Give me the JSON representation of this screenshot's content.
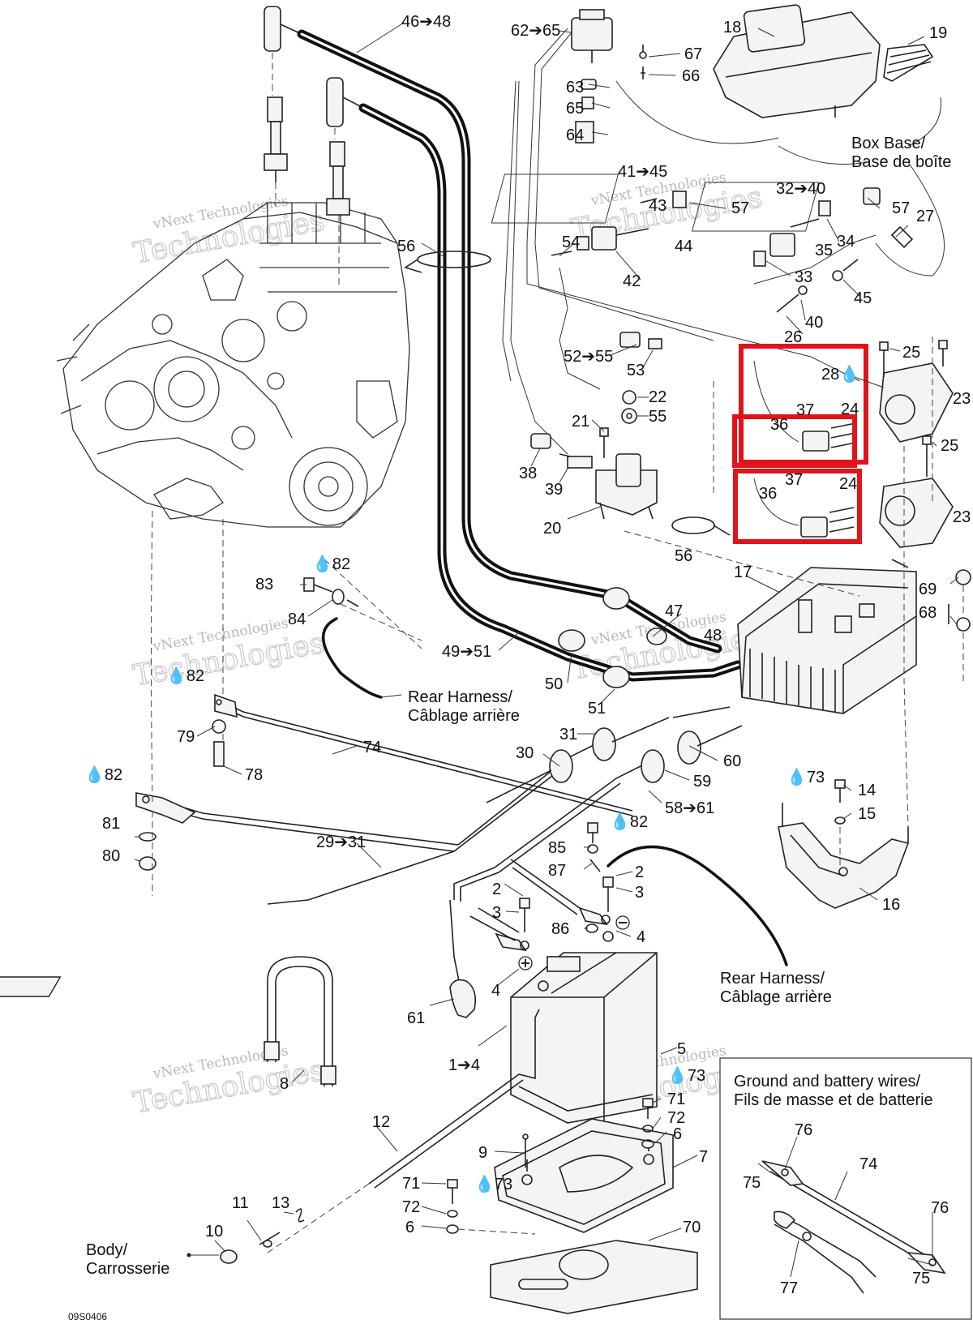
{
  "diagram_code": "09S0406",
  "watermarks": [
    {
      "line1": "vNext Technologies",
      "line2": "Technologies"
    },
    {
      "line1": "vNext Technologies",
      "line2": "Technologies"
    },
    {
      "line1": "vNext Technologies",
      "line2": "Technologies"
    },
    {
      "line1": "vNext Technologies",
      "line2": "Technologies"
    },
    {
      "line1": "vNext Technologies",
      "line2": "Technologies"
    },
    {
      "line1": "vNext Technologies",
      "line2": "Technologies"
    }
  ],
  "captions": {
    "box_base_1": "Box Base/",
    "box_base_2": "Base de boîte",
    "rear_harness_a_1": "Rear Harness/",
    "rear_harness_a_2": "Câblage arrière",
    "rear_harness_b_1": "Rear Harness/",
    "rear_harness_b_2": "Câblage arrière",
    "body_1": "Body/",
    "body_2": "Carrosserie",
    "inset_1": "Ground and battery wires/",
    "inset_2": "Fils de masse et de batterie"
  },
  "labels": [
    "46➔48",
    "62➔65",
    "18",
    "19",
    "67",
    "66",
    "63",
    "65",
    "64",
    "41➔45",
    "57",
    "43",
    "44",
    "54",
    "42",
    "32➔40",
    "57",
    "34",
    "35",
    "27",
    "33",
    "45",
    "40",
    "26",
    "56",
    "52➔55",
    "53",
    "25",
    "28💧",
    "23",
    "37",
    "24",
    "36",
    "22",
    "55",
    "21",
    "38",
    "39",
    "20",
    "25",
    "36",
    "37",
    "24",
    "23",
    "56",
    "17",
    "69",
    "68",
    "83",
    "💧82",
    "84",
    "47",
    "48",
    "49➔51",
    "50",
    "51",
    "💧82",
    "79",
    "78",
    "74",
    "31",
    "30",
    "60",
    "59",
    "58➔61",
    "💧82",
    "81",
    "80",
    "29➔31",
    "💧73",
    "14",
    "15",
    "16",
    "85",
    "💧82",
    "87",
    "2",
    "3",
    "2",
    "3",
    "86",
    "4",
    "4",
    "61",
    "1➔4",
    "5",
    "💧73",
    "71",
    "72",
    "6",
    "7",
    "8",
    "12",
    "9",
    "71",
    "💧73",
    "72",
    "6",
    "70",
    "13",
    "11",
    "10",
    "76",
    "74",
    "75",
    "76",
    "77",
    "75"
  ]
}
